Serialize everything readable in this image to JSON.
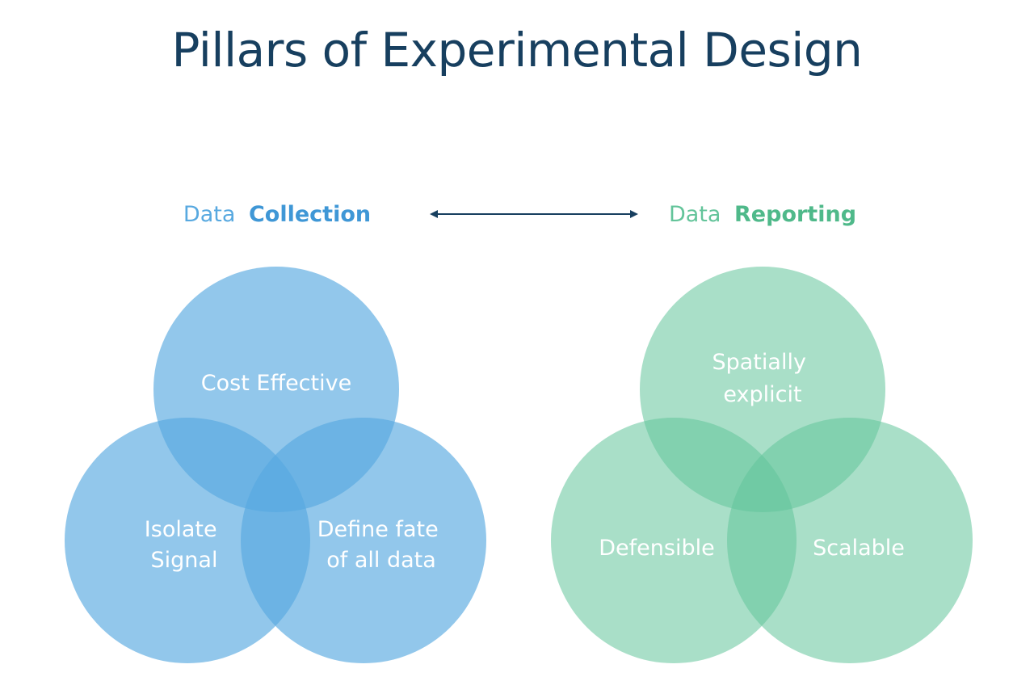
{
  "title": "Pillars of Experimental Design",
  "colors": {
    "title": "#173f5f",
    "collection": "#58a9e0",
    "reporting": "#63c49a",
    "arrow": "#173f5f"
  },
  "left_group": {
    "heading_prefix": "Data",
    "heading_bold": "Collection",
    "circles": [
      {
        "lines": [
          "Cost Effective"
        ]
      },
      {
        "lines": [
          "Isolate",
          "Signal"
        ]
      },
      {
        "lines": [
          "Define fate",
          "of all data"
        ]
      }
    ]
  },
  "right_group": {
    "heading_prefix": "Data",
    "heading_bold": "Reporting",
    "circles": [
      {
        "lines": [
          "Spatially",
          "explicit"
        ]
      },
      {
        "lines": [
          "Defensible"
        ]
      },
      {
        "lines": [
          "Scalable"
        ]
      }
    ]
  },
  "arrow": {
    "direction": "bidirectional",
    "icon": "double-arrow-icon"
  }
}
